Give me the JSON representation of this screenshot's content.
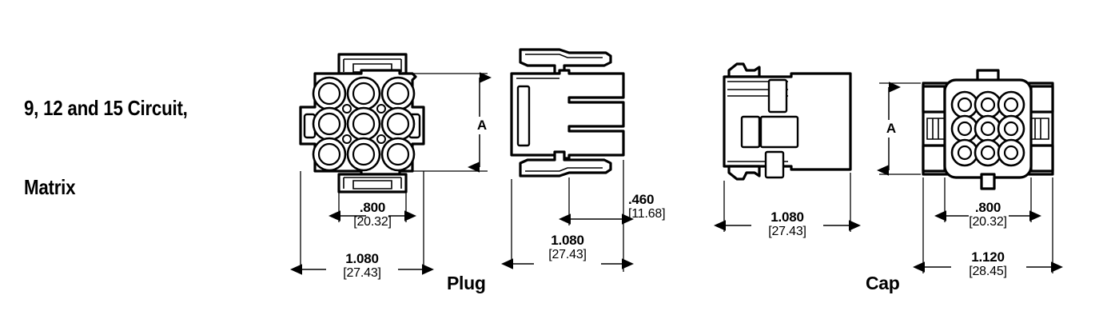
{
  "title": {
    "line1": "9, 12 and 15 Circuit,",
    "line2": "Matrix"
  },
  "views": [
    {
      "id": "plug-front",
      "label": "",
      "type": "front",
      "circuits": 9,
      "grid": "3x3"
    },
    {
      "id": "plug-side",
      "label": "Plug",
      "type": "side"
    },
    {
      "id": "cap-side",
      "label": "Cap",
      "type": "side"
    },
    {
      "id": "cap-front",
      "label": "",
      "type": "front",
      "circuits": 9,
      "grid": "3x3"
    }
  ],
  "labels": {
    "plug": "Plug",
    "cap": "Cap"
  },
  "dimensions": {
    "plug_front_height": {
      "letter": "A"
    },
    "plug_front_inner_width": {
      "value": ".800",
      "mm": "[20.32]"
    },
    "plug_front_overall_width": {
      "value": "1.080",
      "mm": "[27.43]"
    },
    "plug_side_depth": {
      "value": ".460",
      "mm": "[11.68]"
    },
    "plug_side_width": {
      "value": "1.080",
      "mm": "[27.43]"
    },
    "cap_side_width": {
      "value": "1.080",
      "mm": "[27.43]"
    },
    "cap_front_height": {
      "letter": "A"
    },
    "cap_front_inner_width": {
      "value": ".800",
      "mm": "[20.32]"
    },
    "cap_front_overall_width": {
      "value": "1.120",
      "mm": "[28.45]"
    }
  },
  "colors": {
    "background": "#ffffff",
    "line": "#000000"
  }
}
